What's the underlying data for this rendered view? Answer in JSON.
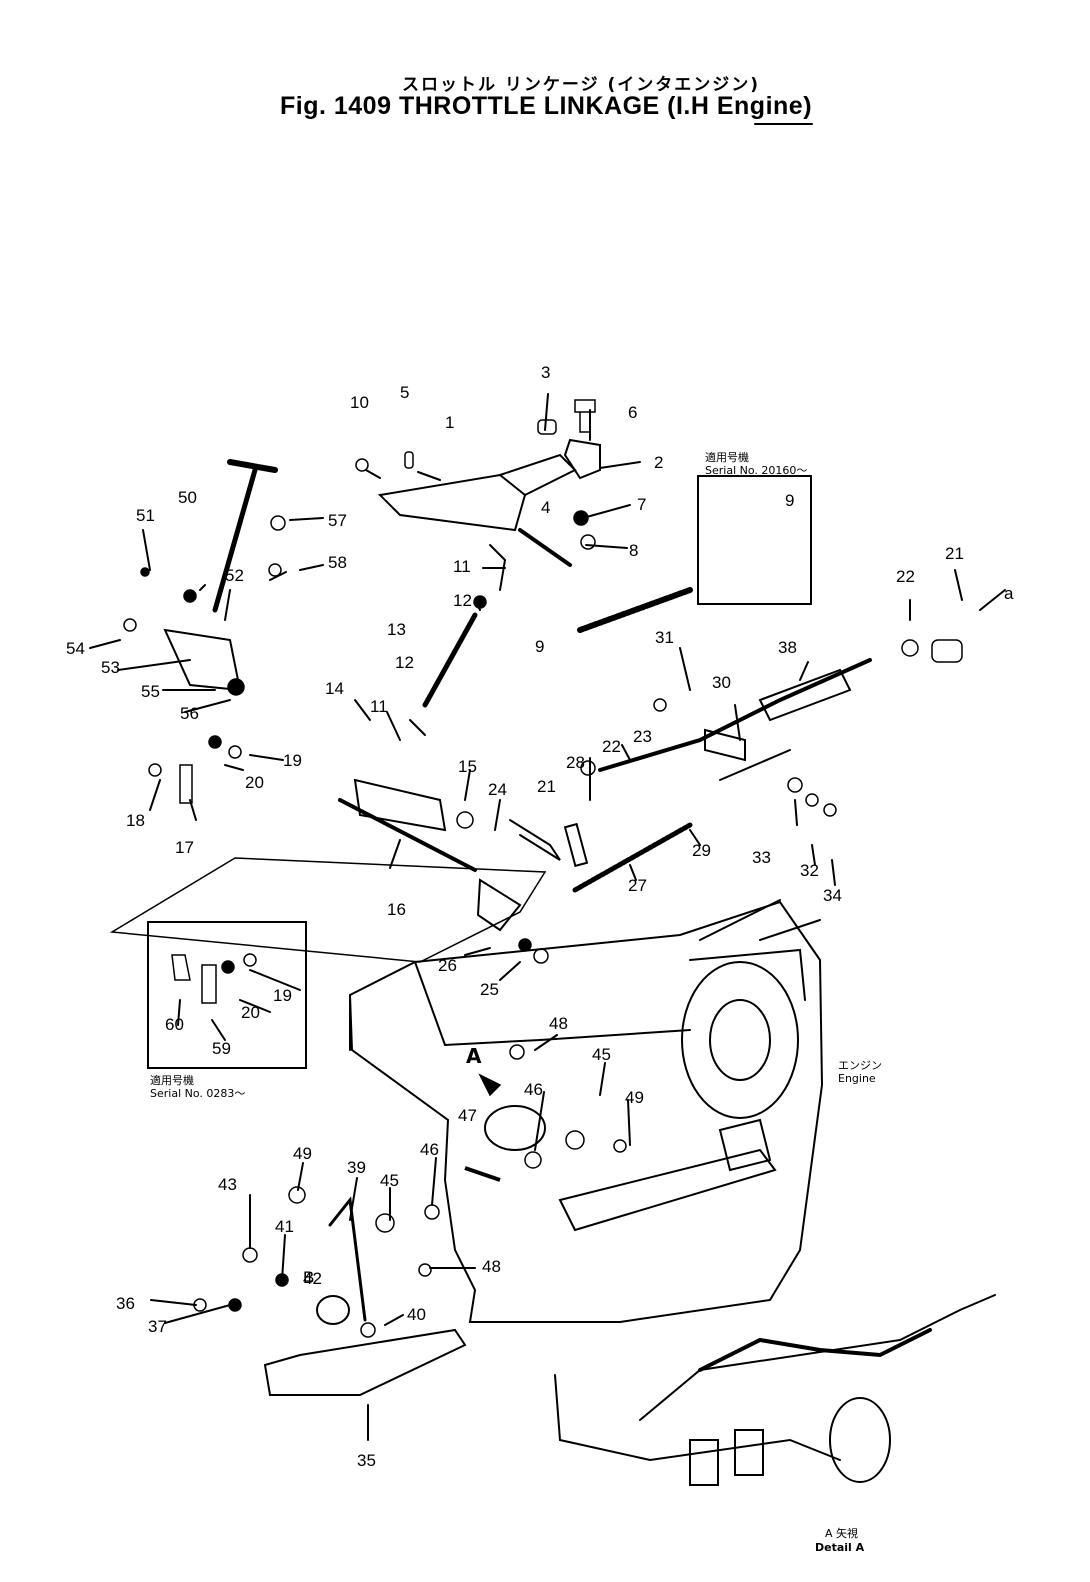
{
  "title": {
    "japanese": "スロットル リンケージ (インタエンジン)",
    "english": "Fig. 1409 THROTTLE LINKAGE (I.H Engine)"
  },
  "annotations": {
    "serial_top_jp": "適用号機",
    "serial_top": "Serial No. 20160～",
    "serial_left_jp": "適用号機",
    "serial_left": "Serial No. 0283～",
    "engine_jp": "エンジン",
    "engine": "Engine",
    "detail_jp": "A 矢視",
    "detail": "Detail A",
    "view_arrow_label": "A"
  },
  "callouts": [
    "1",
    "2",
    "3",
    "4",
    "5",
    "6",
    "7",
    "8",
    "9",
    "10",
    "11",
    "12",
    "13",
    "14",
    "15",
    "16",
    "17",
    "18",
    "19",
    "20",
    "21",
    "22",
    "23",
    "24",
    "25",
    "26",
    "27",
    "28",
    "29",
    "30",
    "31",
    "32",
    "33",
    "34",
    "35",
    "36",
    "37",
    "38",
    "39",
    "40",
    "41",
    "42",
    "43",
    "45",
    "46",
    "47",
    "48",
    "49",
    "50",
    "51",
    "52",
    "53",
    "54",
    "55",
    "56",
    "57",
    "58",
    "59",
    "60",
    "a",
    "B"
  ]
}
